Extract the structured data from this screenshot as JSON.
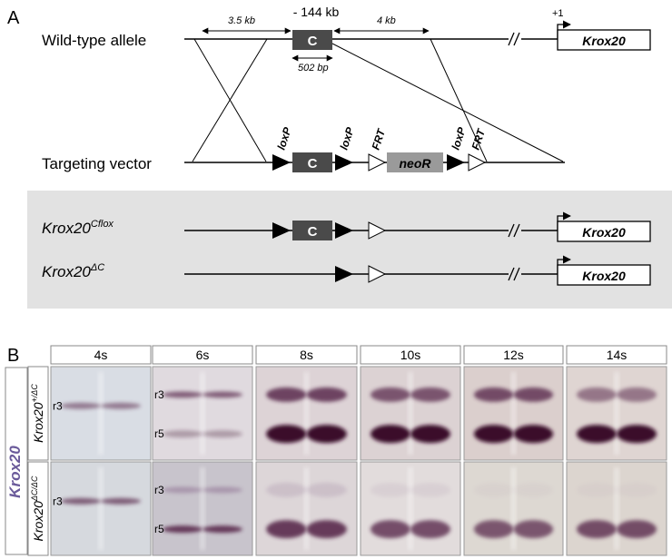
{
  "panel_a": {
    "label": "A",
    "wild_type": {
      "row_label": "Wild-type allele",
      "dist_left": "3.5 kb",
      "pos_c": "- 144 kb",
      "dist_right": "4 kb",
      "c_width": "502 bp",
      "c_label": "C",
      "tss": "+1",
      "gene": "Krox20"
    },
    "targeting_vector": {
      "row_label": "Targeting vector",
      "loxp": "loxP",
      "frt": "FRT",
      "c_label": "C",
      "neo": "neoR"
    },
    "alleles": {
      "cflox": {
        "base": "Krox20",
        "sup": "Cflox",
        "c_label": "C",
        "gene": "Krox20"
      },
      "delta": {
        "base": "Krox20",
        "sup": "ΔC",
        "gene": "Krox20"
      }
    },
    "colors": {
      "c_box": "#4a4a4a",
      "neo_box": "#9a9a9a",
      "shade": "#e2e2e2"
    }
  },
  "panel_b": {
    "label": "B",
    "stain_label": "Krox20",
    "stages": [
      "4s",
      "6s",
      "8s",
      "10s",
      "12s",
      "14s"
    ],
    "genotypes": [
      {
        "base": "Krox20",
        "sup": "+/ΔC"
      },
      {
        "base": "Krox20",
        "sup": "ΔC/ΔC"
      }
    ],
    "rhombomere_labels": {
      "r3": "r3",
      "r5": "r5"
    },
    "colors": {
      "stain_label": "#6a5a9a",
      "stain_dark": "#4a1a3a",
      "stain_light": "#7a4a8a"
    }
  }
}
